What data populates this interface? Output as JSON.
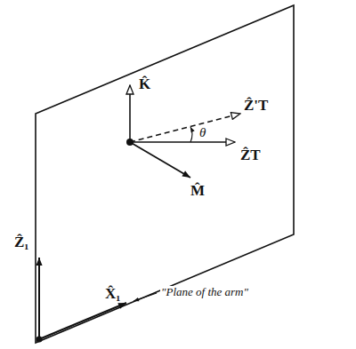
{
  "diagram": {
    "labels": [
      "K̂",
      "Ẑ'T",
      "θ",
      "ẐT",
      "M̂",
      "Ẑ₁",
      "X̂₁",
      "\"Plane of the arm\""
    ]
  }
}
